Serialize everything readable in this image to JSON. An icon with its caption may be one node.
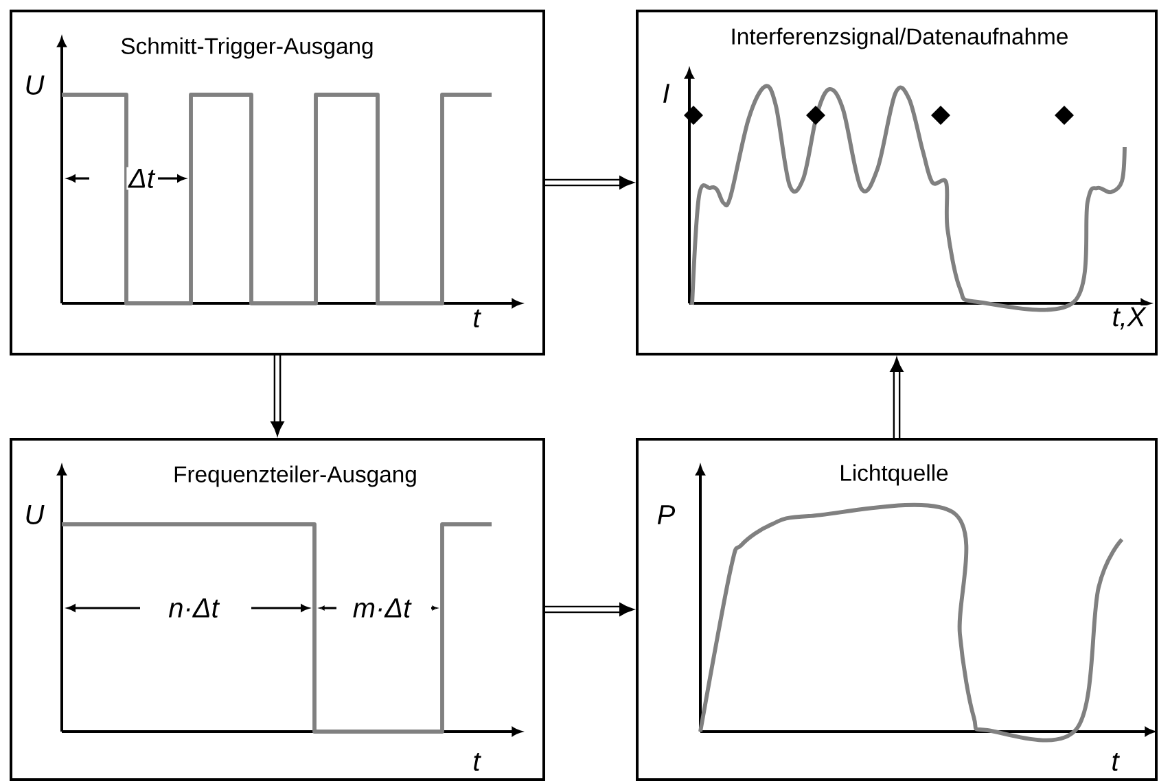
{
  "diagram": {
    "nodes": [
      {
        "text": [
          "Schmitt-Trigger-Ausgang",
          "U",
          "t",
          "Δt"
        ]
      },
      {
        "text": [
          "Interferenzsignal/Datenaufnahme",
          "I",
          "t,X"
        ]
      },
      {
        "text": [
          "Frequenzteiler-Ausgang",
          "U",
          "t",
          "n·Δt",
          "m·Δt"
        ]
      },
      {
        "text": [
          "Lichtquelle",
          "P",
          "t"
        ]
      }
    ],
    "edges": [
      {
        "from": 0,
        "to": 1,
        "arrow": "to"
      },
      {
        "from": 0,
        "to": 2,
        "arrow": "to"
      },
      {
        "from": 2,
        "to": 3,
        "arrow": "to"
      },
      {
        "from": 3,
        "to": 1,
        "arrow": "to"
      }
    ]
  }
}
